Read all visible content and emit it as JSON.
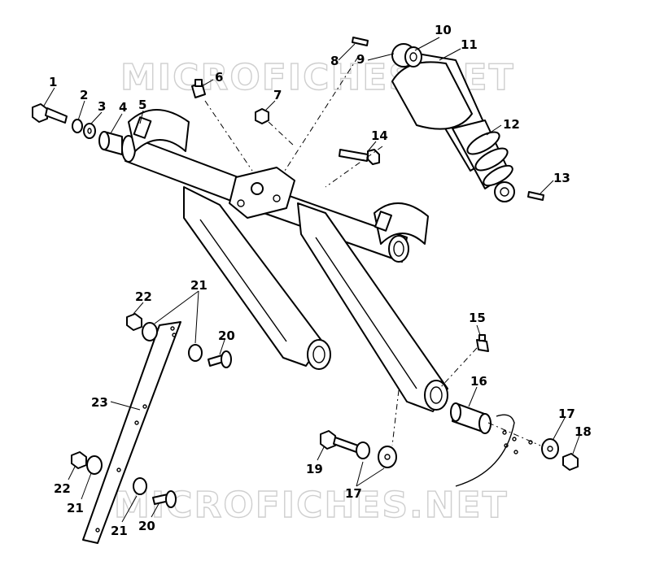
{
  "watermarks": [
    "MICROFICHES.NET",
    "MICROFICHES.NET"
  ],
  "callouts": [
    {
      "id": "c1",
      "label": "1"
    },
    {
      "id": "c2",
      "label": "2"
    },
    {
      "id": "c3",
      "label": "3"
    },
    {
      "id": "c4",
      "label": "4"
    },
    {
      "id": "c5",
      "label": "5"
    },
    {
      "id": "c6",
      "label": "6"
    },
    {
      "id": "c7",
      "label": "7"
    },
    {
      "id": "c8",
      "label": "8"
    },
    {
      "id": "c9",
      "label": "9"
    },
    {
      "id": "c10",
      "label": "10"
    },
    {
      "id": "c11",
      "label": "11"
    },
    {
      "id": "c12",
      "label": "12"
    },
    {
      "id": "c13",
      "label": "13"
    },
    {
      "id": "c14",
      "label": "14"
    },
    {
      "id": "c15",
      "label": "15"
    },
    {
      "id": "c16",
      "label": "16"
    },
    {
      "id": "c17a",
      "label": "17"
    },
    {
      "id": "c17b",
      "label": "17"
    },
    {
      "id": "c18",
      "label": "18"
    },
    {
      "id": "c19",
      "label": "19"
    },
    {
      "id": "c20a",
      "label": "20"
    },
    {
      "id": "c20b",
      "label": "20"
    },
    {
      "id": "c21a",
      "label": "21"
    },
    {
      "id": "c21b",
      "label": "21"
    },
    {
      "id": "c21c",
      "label": "21"
    },
    {
      "id": "c22a",
      "label": "22"
    },
    {
      "id": "c22b",
      "label": "22"
    },
    {
      "id": "c23",
      "label": "23"
    }
  ]
}
